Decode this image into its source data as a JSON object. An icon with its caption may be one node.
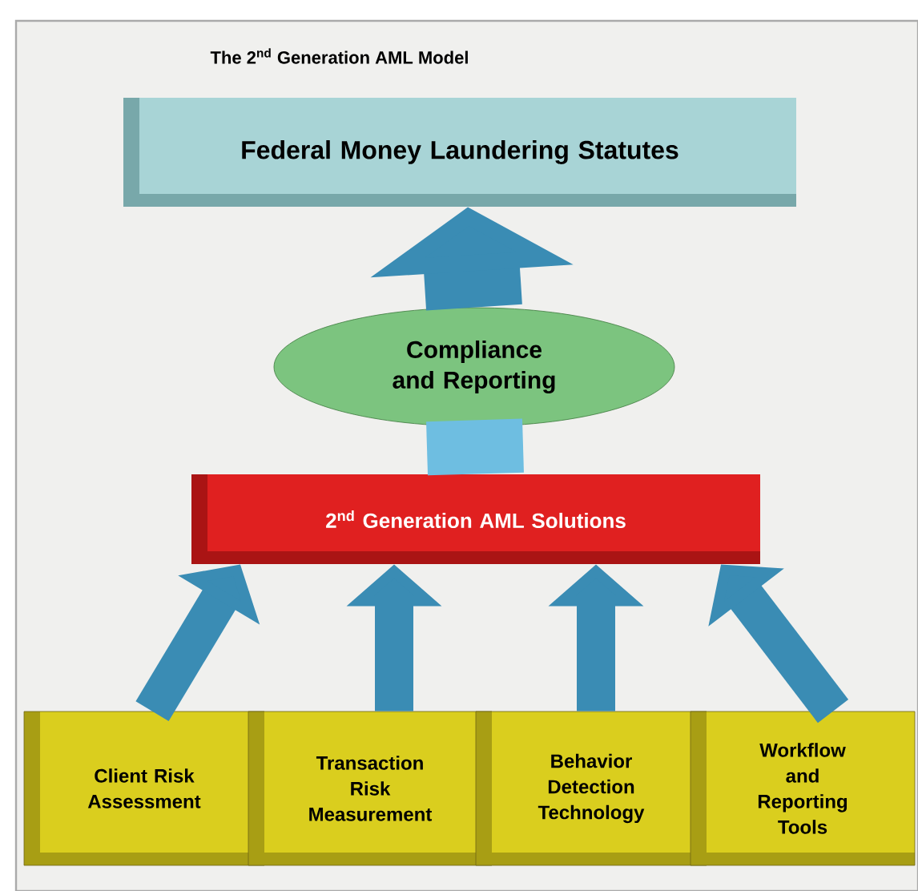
{
  "diagram": {
    "title": "The 2$^{nd}$ Generation AML Model",
    "nodes": [
      {
        "text": [
          "Federal Money Laundering Statutes"
        ]
      },
      {
        "text": [
          "Compliance and Reporting"
        ]
      },
      {
        "text": [
          "2$^{nd}$ Generation AML Solutions"
        ]
      },
      {
        "text": [
          "Client Risk Assessment"
        ]
      },
      {
        "text": [
          "Transaction Risk Measurement"
        ]
      },
      {
        "text": [
          "Behavior Detection Technology"
        ]
      },
      {
        "text": [
          "Workflow and Reporting Tools"
        ]
      }
    ],
    "edges": [
      {
        "from": 2,
        "to": 1,
        "arrow": "none",
        "style": "thick"
      },
      {
        "from": 1,
        "to": 0,
        "arrow": "to",
        "style": "thick"
      },
      {
        "from": 3,
        "to": 2,
        "arrow": "to"
      },
      {
        "from": 4,
        "to": 2,
        "arrow": "to"
      },
      {
        "from": 5,
        "to": 2,
        "arrow": "to"
      },
      {
        "from": 6,
        "to": 2,
        "arrow": "to"
      }
    ]
  }
}
